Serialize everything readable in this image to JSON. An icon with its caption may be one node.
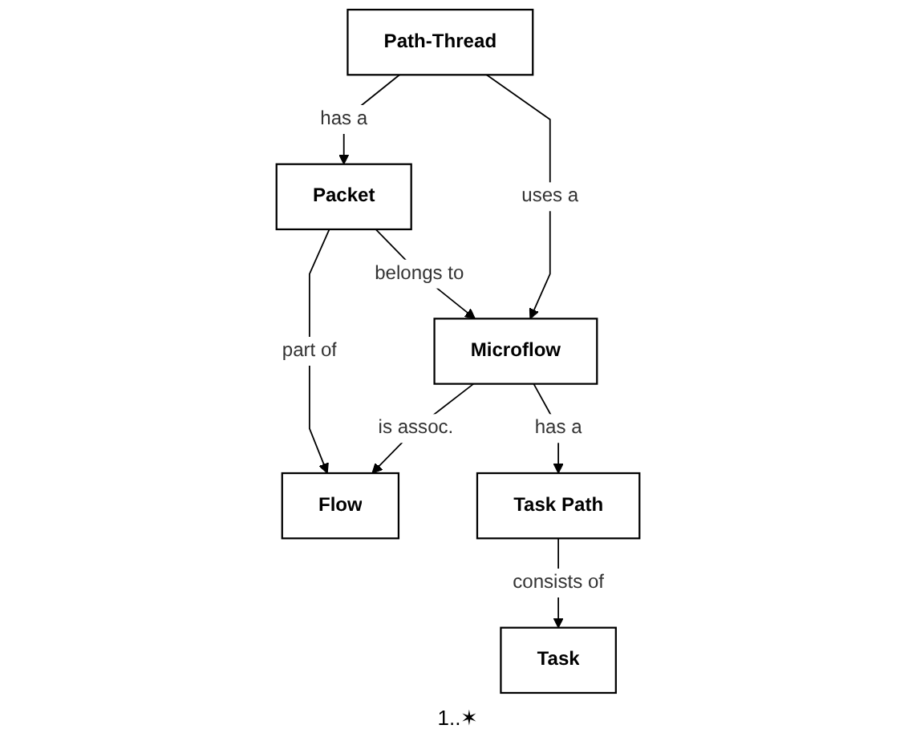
{
  "diagram": {
    "nodes": [
      {
        "text": [
          "Path-Thread"
        ]
      },
      {
        "text": [
          "Packet"
        ]
      },
      {
        "text": [
          "Flow"
        ]
      },
      {
        "text": [
          "Microflow"
        ]
      },
      {
        "text": [
          "Task Path"
        ]
      },
      {
        "text": [
          "Task"
        ]
      }
    ],
    "edges": [
      {
        "from": 0,
        "to": 1,
        "arrow": "to",
        "label": "has a"
      },
      {
        "from": 1,
        "to": 2,
        "arrow": "to",
        "label": "part of"
      },
      {
        "from": 1,
        "to": 3,
        "arrow": "to",
        "label": "belongs to"
      },
      {
        "from": 3,
        "to": 2,
        "arrow": "to",
        "label": "is assoc."
      },
      {
        "from": 0,
        "to": 3,
        "arrow": "to",
        "label": "uses a"
      },
      {
        "from": 3,
        "to": 4,
        "arrow": "to",
        "label": "has a"
      },
      {
        "from": 4,
        "to": 5,
        "arrow": "to",
        "label": "consists of"
      }
    ],
    "labels": [
      "1..✶"
    ]
  }
}
